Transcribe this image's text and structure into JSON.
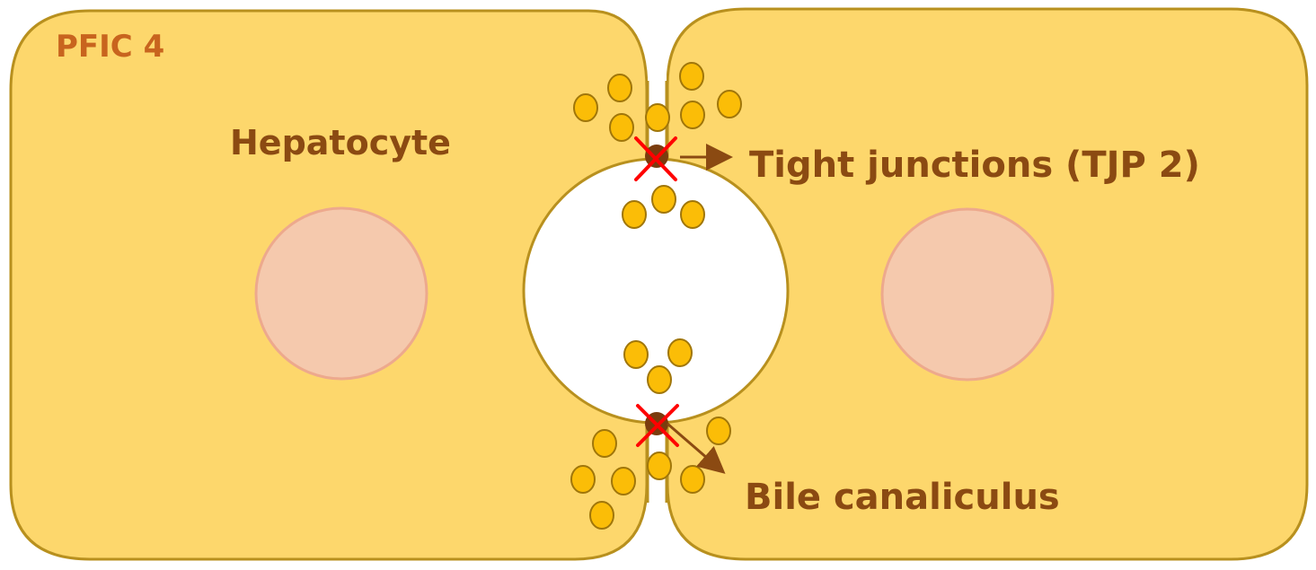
{
  "title": "PFIC 4",
  "labels": {
    "hepatocyte": "Hepatocyte",
    "tight_junctions": "Tight junctions (TJP 2)",
    "bile_canaliculus": "Bile canaliculus"
  },
  "colors": {
    "cell_fill": "#fdd76c",
    "cell_stroke": "#b8901e",
    "nucleus_fill": "#f5c9ad",
    "nucleus_stroke": "#eda98d",
    "bile_acid_fill": "#fbbd07",
    "bile_acid_stroke": "#a0760a",
    "junction_fill": "#7a3c0e",
    "cross": "#ff0000",
    "arrow": "#8b4a12",
    "title_color": "#c8641e",
    "label_color": "#8b4a12"
  },
  "icons": {
    "cross": "x-mark-icon",
    "arrow": "arrow-right-icon"
  }
}
